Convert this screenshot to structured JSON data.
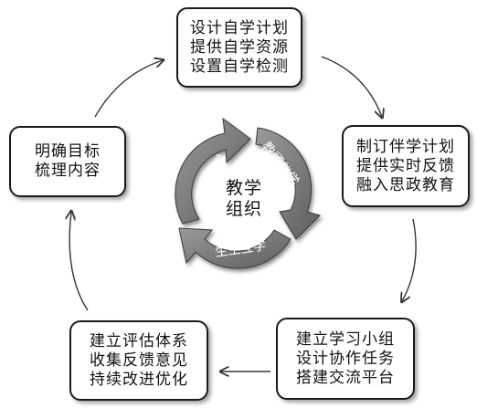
{
  "boxes": {
    "top": [
      "设计自学计划",
      "提供自学资源",
      "设置自学检测"
    ],
    "right": [
      "制订伴学计划",
      "提供实时反馈",
      "融入思政教育"
    ],
    "bottom_right": [
      "建立学习小组",
      "设计协作任务",
      "搭建交流平台"
    ],
    "bottom_left": [
      "建立评估体系",
      "收集反馈意见",
      "持续改进优化"
    ],
    "left": [
      "明确目标",
      "梳理内容"
    ]
  },
  "center": {
    "lines": [
      "教学",
      "组织"
    ],
    "arrows": [
      "学生自学",
      "教师伴学",
      "生生互学"
    ]
  },
  "colors": {
    "arrow_fill": "#7a7a7a",
    "arrow_shade": "#4a4a4a",
    "line": "#333333"
  }
}
